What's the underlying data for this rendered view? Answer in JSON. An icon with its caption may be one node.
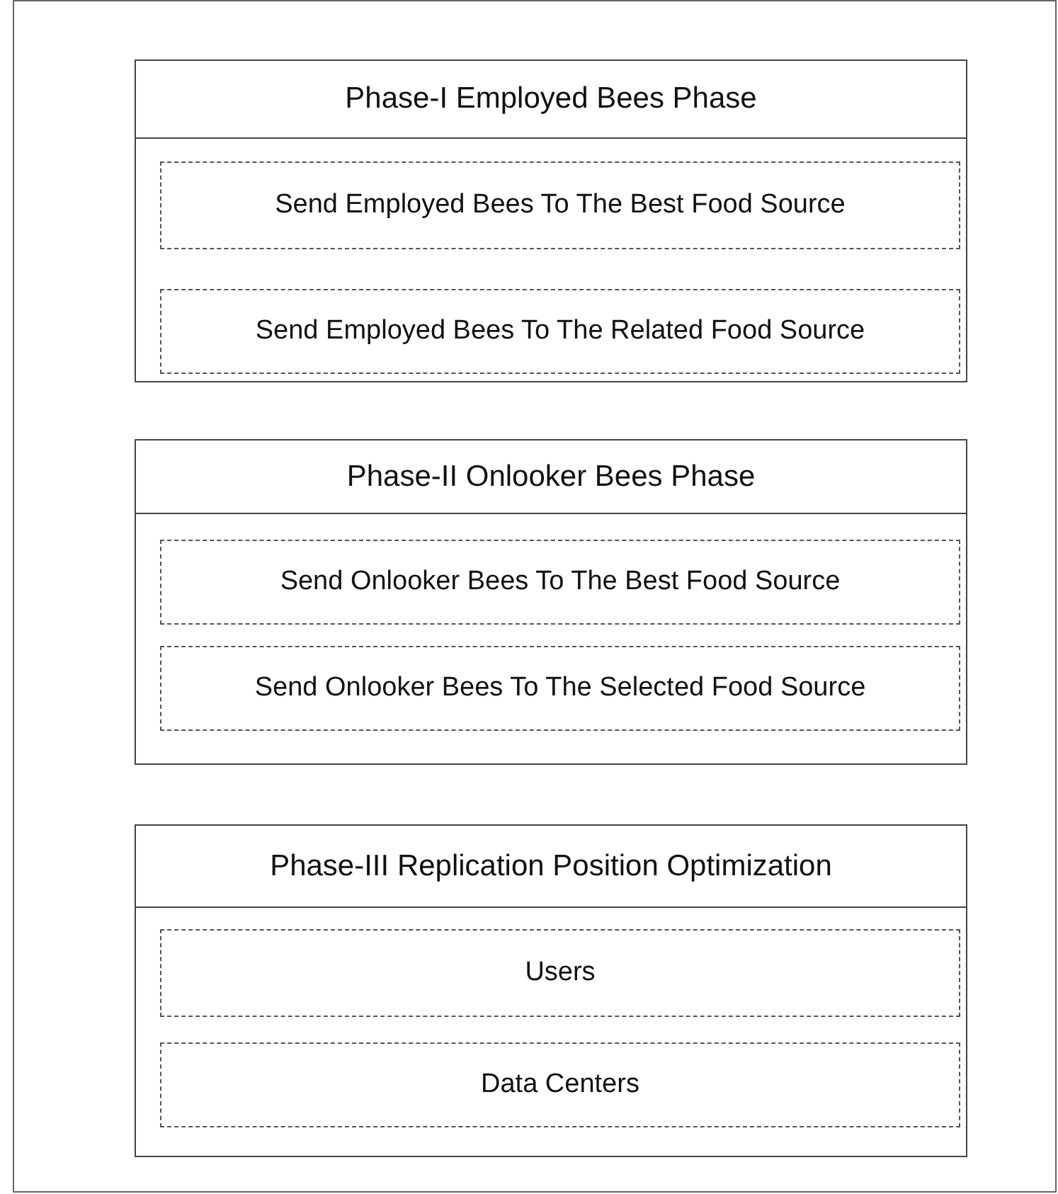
{
  "diagram": {
    "nodes": [
      {
        "text": [
          "Phase-I Employed Bees Phase"
        ]
      },
      {
        "text": [
          "Send Employed Bees To The Best Food Source"
        ],
        "in": 0
      },
      {
        "text": [
          "Send Employed Bees To The Related Food Source"
        ],
        "in": 0
      },
      {
        "text": [
          "Phase-II Onlooker Bees Phase"
        ]
      },
      {
        "text": [
          "Send Onlooker Bees To The Best Food Source"
        ],
        "in": 3
      },
      {
        "text": [
          "Send Onlooker Bees To The Selected Food Source"
        ],
        "in": 3
      },
      {
        "text": [
          "Phase-III Replication Position Optimization"
        ]
      },
      {
        "text": [
          "Users"
        ],
        "in": 6
      },
      {
        "text": [
          "Data Centers"
        ],
        "in": 6
      }
    ]
  }
}
